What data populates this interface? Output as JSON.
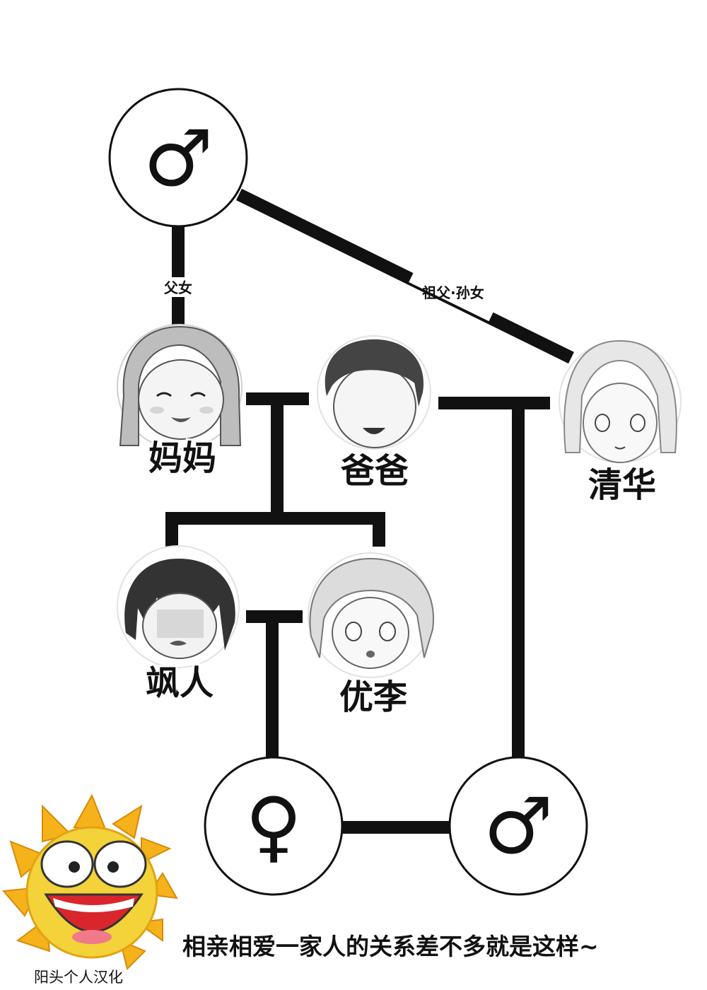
{
  "symbols": {
    "male": "♂",
    "female": "♀"
  },
  "people": {
    "mom": "妈妈",
    "dad": "爸爸",
    "kiyoka": "清华",
    "hayato": "飒人",
    "yuri": "优李"
  },
  "relations": {
    "father_daughter": "父女",
    "grandfather_granddaughter": "祖父·孙女"
  },
  "caption": "相亲相爱一家人的关系差不多就是这样~",
  "credit": "阳头个人汉化",
  "colors": {
    "line": "#111111",
    "sun": "#f6b21a",
    "sun_face": "#f3d23a",
    "mouth": "#d8262c"
  }
}
